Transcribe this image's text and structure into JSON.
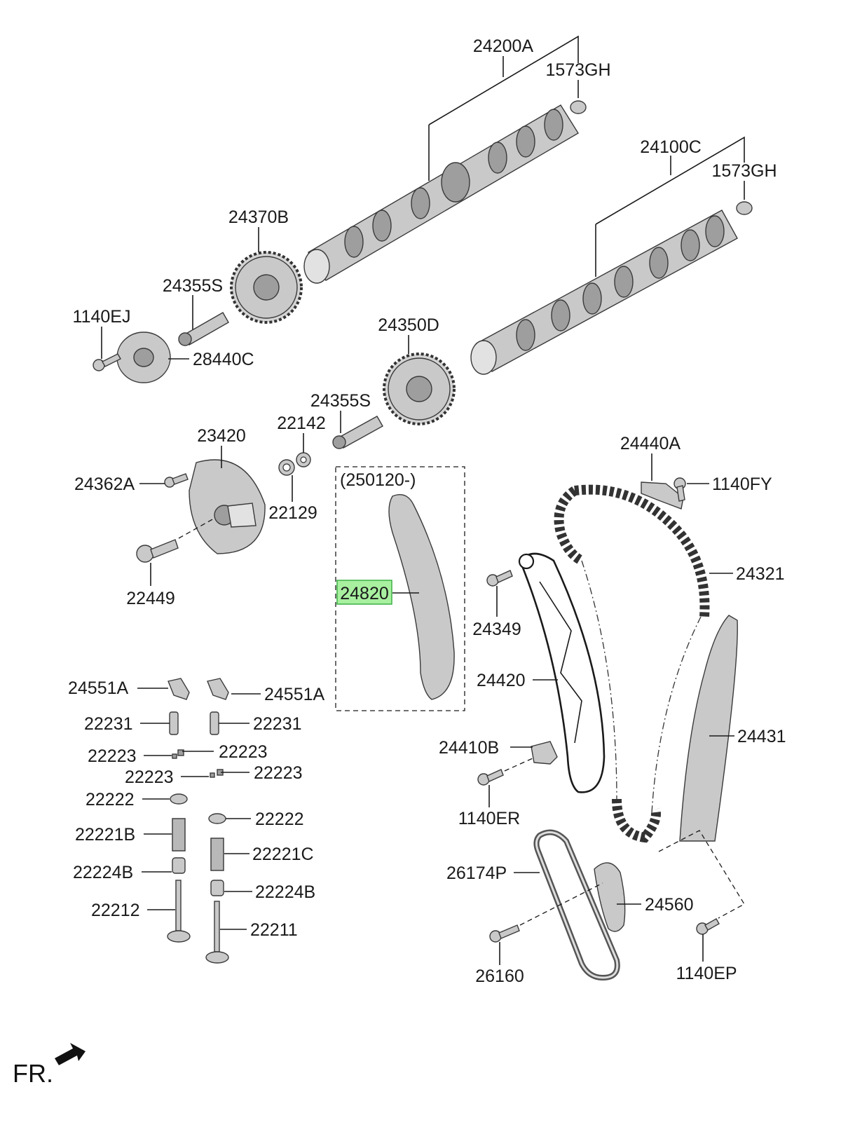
{
  "highlight_color": "#a8f0a0",
  "highlight_border": "#3cb043",
  "labels": {
    "p24200A": "24200A",
    "p1573GH_a": "1573GH",
    "p24100C": "24100C",
    "p1573GH_b": "1573GH",
    "p24370B": "24370B",
    "p24355S_a": "24355S",
    "p1140EJ": "1140EJ",
    "p28440C": "28440C",
    "p24350D": "24350D",
    "p24355S_b": "24355S",
    "p22142": "22142",
    "p23420": "23420",
    "p24362A": "24362A",
    "p22129": "22129",
    "p22449": "22449",
    "p250120": "(250120-)",
    "p24820": "24820",
    "p24440A": "24440A",
    "p1140FY": "1140FY",
    "p24321": "24321",
    "p24349": "24349",
    "p24420": "24420",
    "p24431": "24431",
    "p24410B": "24410B",
    "p1140ER": "1140ER",
    "p26174P": "26174P",
    "p24560": "24560",
    "p26160": "26160",
    "p1140EP": "1140EP",
    "p24551A_a": "24551A",
    "p24551A_b": "24551A",
    "p22231_a": "22231",
    "p22231_b": "22231",
    "p22223_a": "22223",
    "p22223_b": "22223",
    "p22223_c": "22223",
    "p22223_d": "22223",
    "p22222_a": "22222",
    "p22222_b": "22222",
    "p22221B": "22221B",
    "p22221C": "22221C",
    "p22224B_a": "22224B",
    "p22224B_b": "22224B",
    "p22212": "22212",
    "p22211": "22211",
    "fr": "FR."
  }
}
